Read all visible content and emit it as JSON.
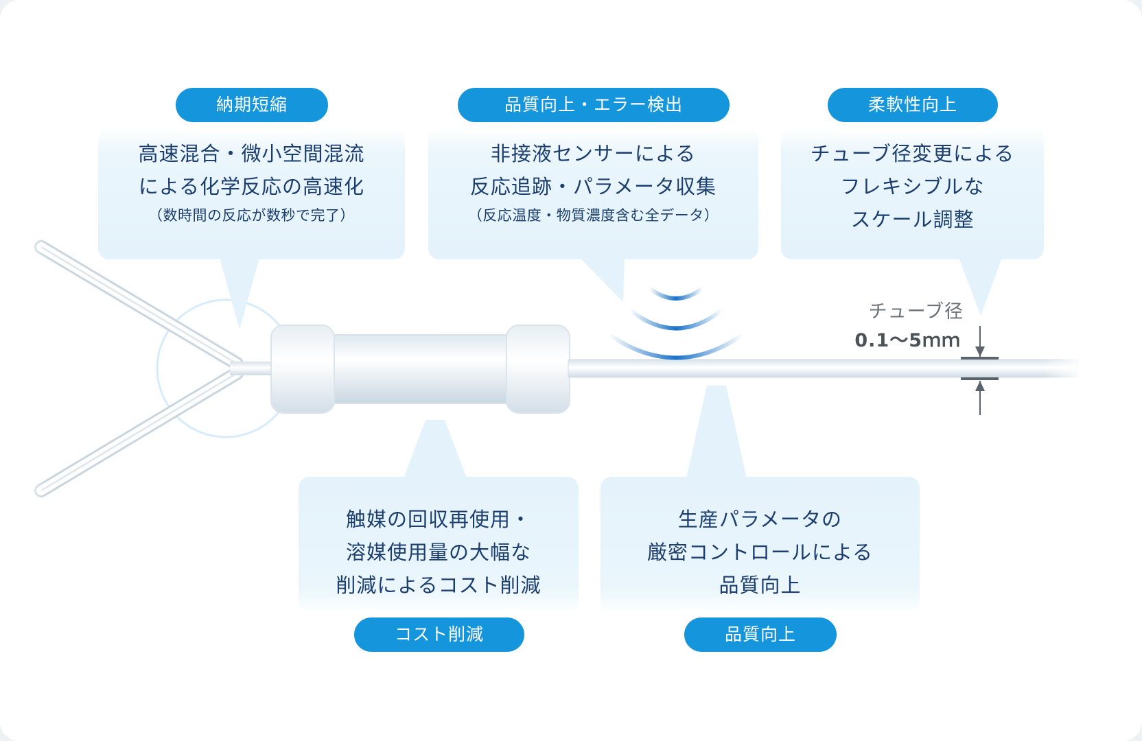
{
  "tags": {
    "delivery": "納期短縮",
    "quality_error": "品質向上・エラー検出",
    "flexibility": "柔軟性向上",
    "cost": "コスト削減",
    "quality": "品質向上"
  },
  "cards": {
    "delivery": {
      "line1": "高速混合・微小空間混流",
      "line2": "による化学反応の高速化",
      "note": "（数時間の反応が数秒で完了）"
    },
    "quality_error": {
      "line1": "非接液センサーによる",
      "line2": "反応追跡・パラメータ収集",
      "note": "（反応温度・物質濃度含む全データ）"
    },
    "flexibility": {
      "line1": "チューブ径変更による",
      "line2": "フレキシブルな",
      "line3": "スケール調整"
    },
    "cost": {
      "line1": "触媒の回収再使用・",
      "line2": "溶媒使用量の大幅な",
      "line3": "削減によるコスト削減"
    },
    "quality": {
      "line1": "生産パラメータの",
      "line2": "厳密コントロールによる",
      "line3": "品質向上"
    }
  },
  "dimension": {
    "label": "チューブ径",
    "value": "0.1～5ｍｍ"
  },
  "colors": {
    "accent": "#1596dc",
    "text": "#1c3e6e",
    "card_bg": "#e4f2fb",
    "sensor": "#1a73c9"
  }
}
